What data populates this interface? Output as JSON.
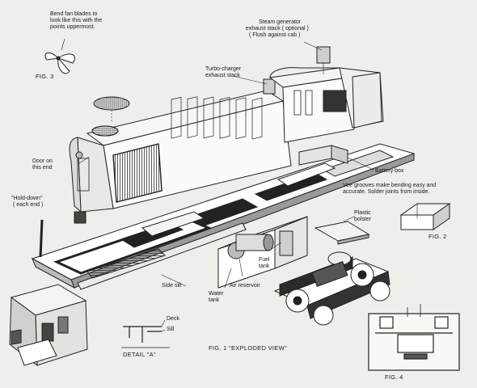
{
  "labels": {
    "fig3_note": [
      "Bend fan blades to",
      "look like this with the",
      "points uppermost."
    ],
    "fig3": "FIG. 3",
    "steam_generator": [
      "Steam generator",
      "exhaust stack ( optional )",
      "( Flush against cab )"
    ],
    "turbo_charger": [
      "Turbo-charger",
      "exhaust stack"
    ],
    "door": [
      "Door on",
      "this end"
    ],
    "hold_down": [
      "\"Hold-down\"",
      "( each end )"
    ],
    "battery_box": "Battery box",
    "vee_grooves": [
      "Vee grooves make bending easy and",
      "accurate.  Solder joints from inside."
    ],
    "plastic_bolster": [
      "Plastic",
      "bolster"
    ],
    "fig2": "FIG. 2",
    "fuel_tank": [
      "Fuel",
      "tank"
    ],
    "side_sill": "Side sill",
    "air_reservoir": "Air reservoir",
    "water_tank": [
      "Water",
      "tank"
    ],
    "deck": "Deck",
    "sill": "Sill",
    "detail_a": "DETAIL \"A\"",
    "fig1": "FIG. 1  \"EXPLODED VIEW\"",
    "fig4": "FIG. 4"
  },
  "colors": {
    "ink": "#1a1a1a",
    "paper": "#eeeeea",
    "shade": "#5a5a5a"
  }
}
